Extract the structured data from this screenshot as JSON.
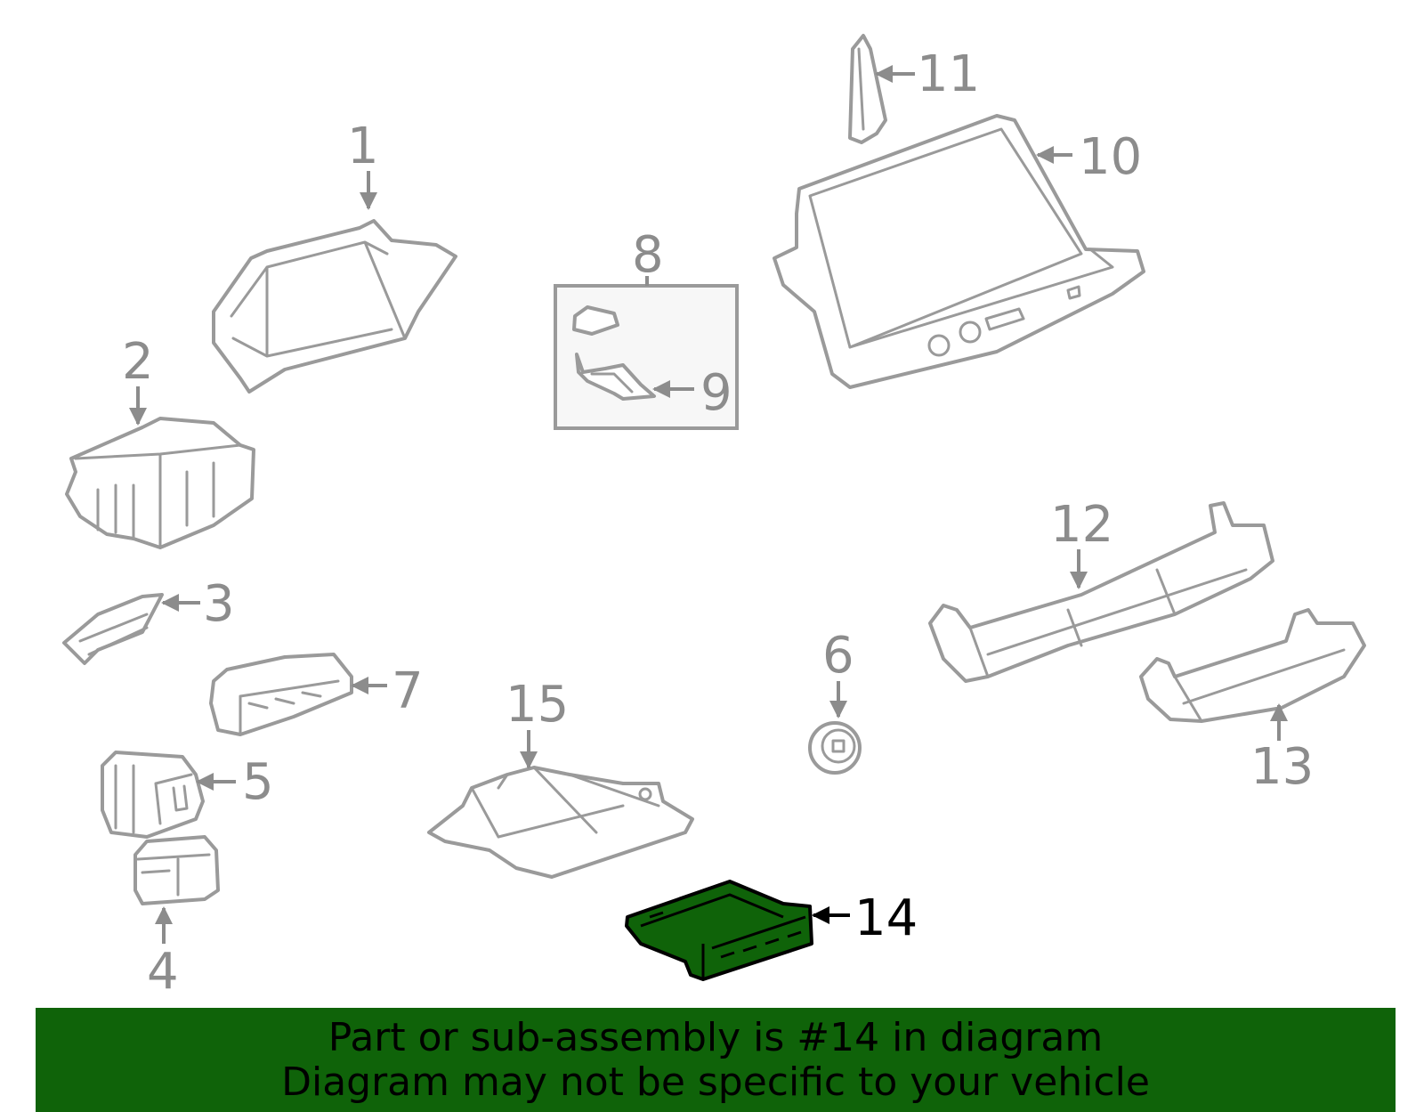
{
  "callouts": {
    "c1": "1",
    "c2": "2",
    "c3": "3",
    "c4": "4",
    "c5": "5",
    "c6": "6",
    "c7": "7",
    "c8": "8",
    "c9": "9",
    "c10": "10",
    "c11": "11",
    "c12": "12",
    "c13": "13",
    "c14": "14",
    "c15": "15"
  },
  "highlighted_part": "14",
  "colors": {
    "highlight_fill": "#0f6309",
    "highlight_stroke": "#000000",
    "part_stroke": "#9a9a9a",
    "callout_text": "#8c8c8c",
    "banner_background": "#0f6309"
  },
  "footer": {
    "line1": "Part or sub-assembly is #14 in diagram",
    "line2": "Diagram may not be specific to your vehicle"
  }
}
